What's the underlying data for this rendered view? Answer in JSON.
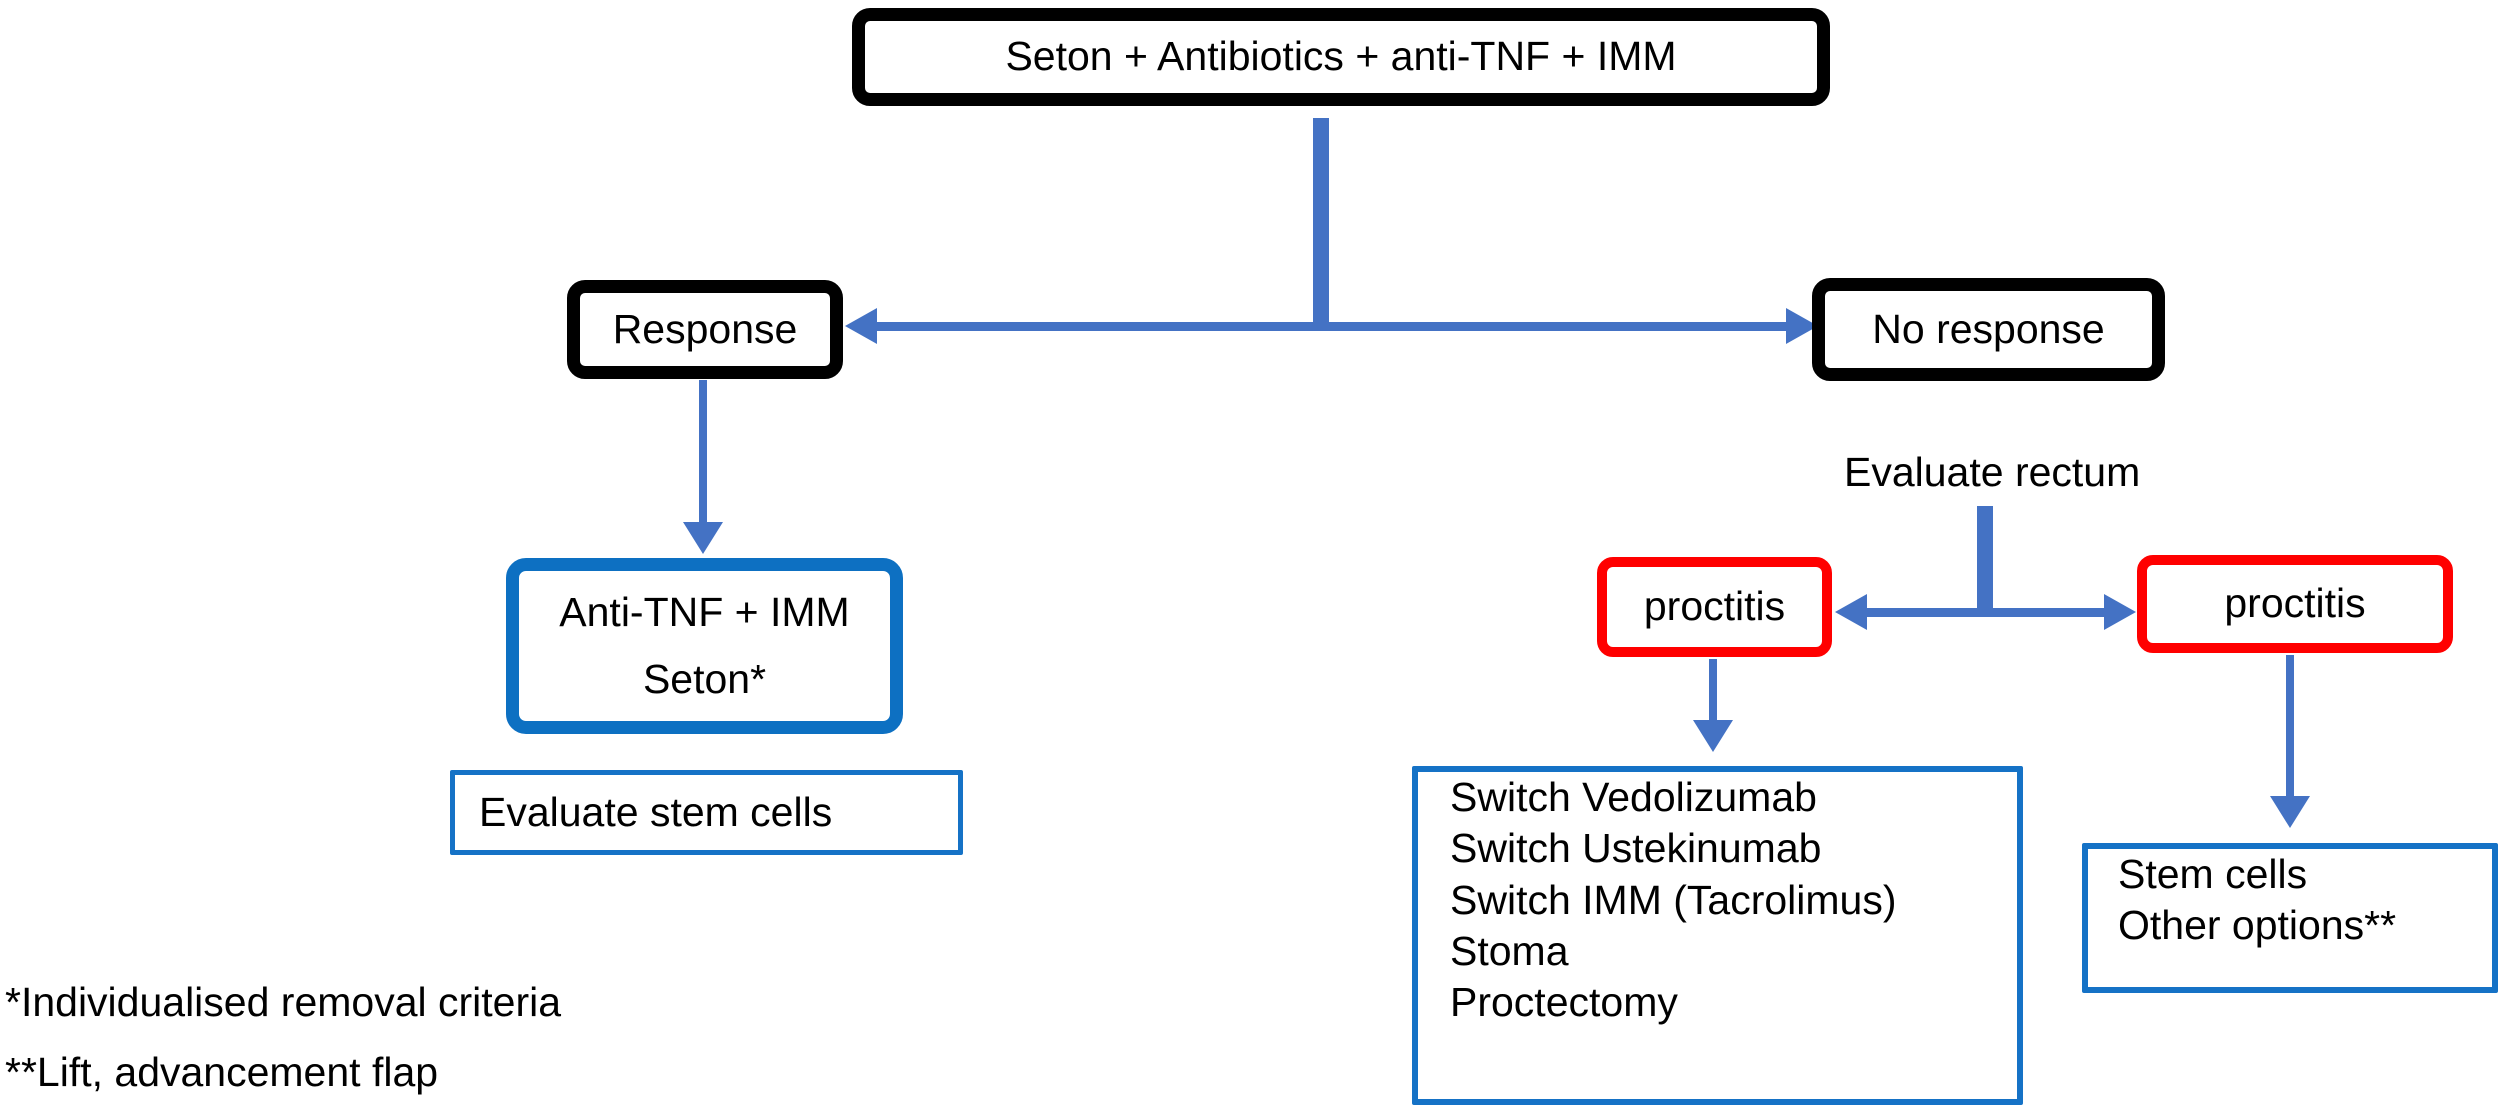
{
  "colors": {
    "arrow_blue": "#4472C4",
    "thick_box_blue": "#0D70C2",
    "thin_box_blue": "#1572C6",
    "red_border": "#FF0000",
    "black_border": "#000000",
    "text": "#000000",
    "background": "#FFFFFF"
  },
  "nodes": {
    "top": {
      "label": "Seton + Antibiotics + anti-TNF + IMM"
    },
    "response": {
      "label": "Response"
    },
    "no_response": {
      "label": "No response"
    },
    "anti_tnf_imm": {
      "line1": "Anti-TNF + IMM",
      "line2": "Seton*"
    },
    "evaluate_stem_cells": {
      "label": "Evaluate stem cells"
    },
    "evaluate_rectum": {
      "label": "Evaluate rectum"
    },
    "proctitis_left": {
      "label": "proctitis"
    },
    "proctitis_right": {
      "label": "proctitis"
    },
    "switch_options": {
      "items": [
        "Switch Vedolizumab",
        "Switch Ustekinumab",
        "Switch IMM (Tacrolimus)",
        "Stoma",
        "Proctectomy"
      ]
    },
    "stem_cells": {
      "items": [
        "Stem cells",
        "Other options**"
      ]
    }
  },
  "footnotes": [
    "*Individualised removal criteria",
    "**Lift, advancement flap"
  ]
}
